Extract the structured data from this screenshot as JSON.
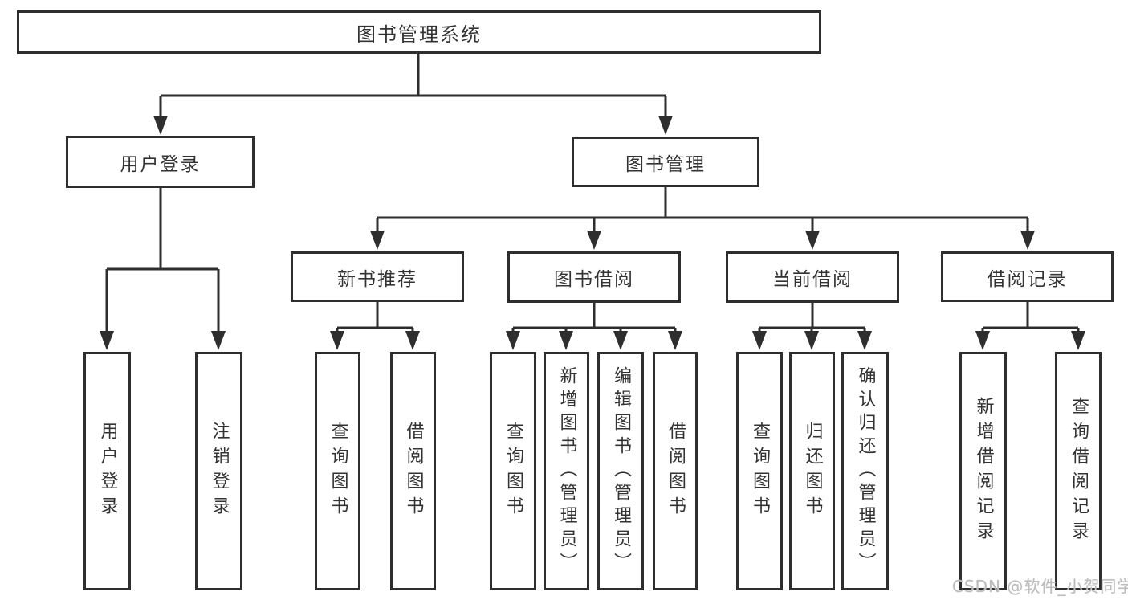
{
  "nodes": {
    "root": {
      "label": "图书管理系统"
    },
    "user_login": {
      "label": "用户登录"
    },
    "book_management": {
      "label": "图书管理"
    },
    "new_book_recommend": {
      "label": "新书推荐"
    },
    "book_borrow": {
      "label": "图书借阅"
    },
    "current_borrow": {
      "label": "当前借阅"
    },
    "borrow_records": {
      "label": "借阅记录"
    },
    "leaf_user_login": {
      "label": "用户登录"
    },
    "leaf_logout": {
      "label": "注销登录"
    },
    "leaf_nb_query_books": {
      "label": "查询图书"
    },
    "leaf_nb_borrow_books": {
      "label": "借阅图书"
    },
    "leaf_bb_query_books": {
      "label": "查询图书"
    },
    "leaf_bb_add_books": {
      "label": "新增图书（管理员）"
    },
    "leaf_bb_edit_books": {
      "label": "编辑图书（管理员）"
    },
    "leaf_bb_borrow_books": {
      "label": "借阅图书"
    },
    "leaf_cb_query_books": {
      "label": "查询图书"
    },
    "leaf_cb_return_books": {
      "label": "归还图书"
    },
    "leaf_cb_confirm_return": {
      "label": "确认归还（管理员）"
    },
    "leaf_br_add_record": {
      "label": "新增借阅记录"
    },
    "leaf_br_query_record": {
      "label": "查询借阅记录"
    }
  },
  "watermark": {
    "text": "CSDN @软件_小贺同学"
  },
  "colors": {
    "line": "#2e2e2e",
    "text": "#333333",
    "box_background": "#ffffff",
    "page_background": "#ffffff",
    "watermark": "#bcbcbc"
  }
}
